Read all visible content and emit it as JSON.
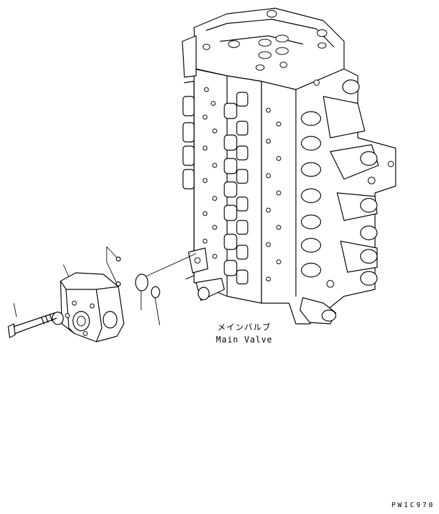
{
  "labels": {
    "main_valve_jp": "メインバルブ",
    "main_valve_en": "Main Valve"
  },
  "drawing_code": "PW1C970",
  "colors": {
    "line": "#000000",
    "background": "#ffffff"
  },
  "icons": {
    "bolt": "bolt-part-icon",
    "cover": "cover-block-part-icon",
    "o_ring": "o-ring-part-icon",
    "valve": "main-valve-assembly-icon"
  }
}
